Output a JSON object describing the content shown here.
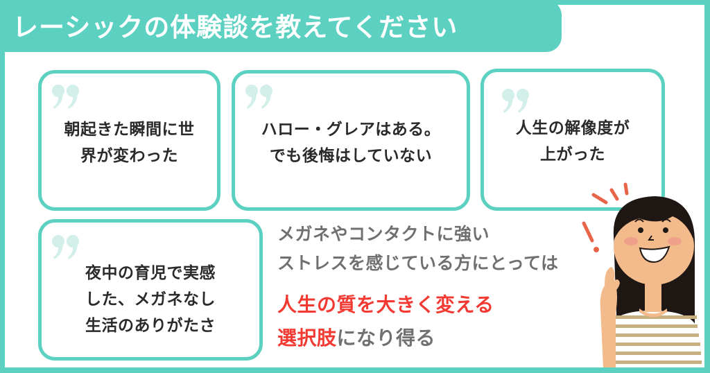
{
  "header": {
    "title": "レーシックの体験談を教えてください"
  },
  "cards": [
    {
      "icon": "quote-icon",
      "lines": [
        "朝起きた瞬間に世",
        "界が変わった"
      ]
    },
    {
      "icon": "quote-icon",
      "lines": [
        "ハロー・グレアはある。",
        "でも後悔はしていない"
      ]
    },
    {
      "icon": "quote-icon",
      "lines": [
        "人生の解像度が",
        "上がった"
      ]
    },
    {
      "icon": "quote-icon",
      "lines": [
        "夜中の育児で実感",
        "した、メガネなし",
        "生活のありがたさ"
      ]
    }
  ],
  "message": {
    "line1": "メガネやコンタクトに強い",
    "line2": "ストレスを感じている方にとっては",
    "line3": "人生の質を大きく変える",
    "line4_highlight": "選択肢",
    "line4_rest": "になり得る"
  },
  "illustration": {
    "subject": "smiling-woman-pointing-icon"
  },
  "colors": {
    "accent": "#5dd1c1",
    "quote": "#d3efea",
    "highlight": "#f23a33",
    "gray_text": "#707070",
    "dark_text": "#2a2a2a"
  }
}
